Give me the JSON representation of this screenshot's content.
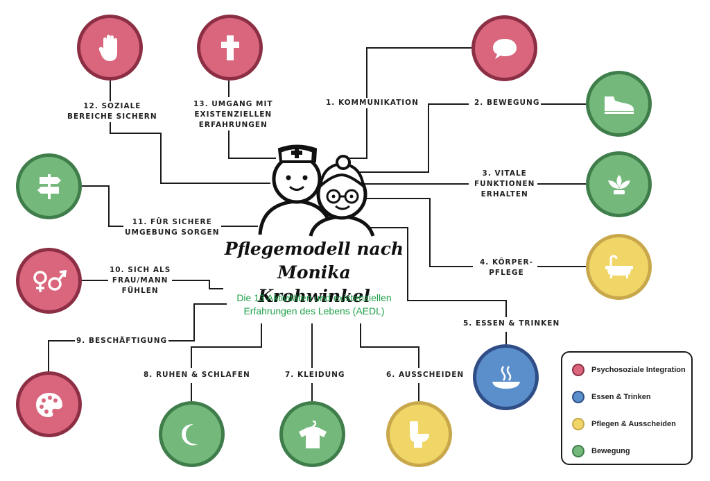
{
  "colors": {
    "psychosocial": {
      "fill": "#d9667c",
      "border": "#8c2f45"
    },
    "food": {
      "fill": "#5b8fcb",
      "border": "#2f4d86"
    },
    "care": {
      "fill": "#f0d567",
      "border": "#c9a74b"
    },
    "movement": {
      "fill": "#74b97b",
      "border": "#3f7d4b"
    },
    "line": "#1a1a1a",
    "subtitle": "#1fa04a"
  },
  "center": {
    "title": "Pflegemodell nach\nMonika Krohwinkel",
    "subtitle": "Die 13 Aktivitäten und existenziellen\nErfahrungen des Lebens (AEDL)"
  },
  "activities": [
    {
      "label": "1. KOMMUNIKATION",
      "icon": "speech-bubble-icon",
      "category": "psychosocial"
    },
    {
      "label": "2. BEWEGUNG",
      "icon": "shoe-icon",
      "category": "movement"
    },
    {
      "label": "3. VITALE\nFUNKTIONEN\nERHALTEN",
      "icon": "lotus-icon",
      "category": "movement"
    },
    {
      "label": "4. KÖRPER-\nPFLEGE",
      "icon": "bathtub-icon",
      "category": "care"
    },
    {
      "label": "5. ESSEN & TRINKEN",
      "icon": "soup-bowl-icon",
      "category": "food"
    },
    {
      "label": "6. AUSSCHEIDEN",
      "icon": "toilet-icon",
      "category": "care"
    },
    {
      "label": "7. KLEIDUNG",
      "icon": "shirt-on-hanger-icon",
      "category": "movement"
    },
    {
      "label": "8. RUHEN & SCHLAFEN",
      "icon": "moon-icon",
      "category": "movement"
    },
    {
      "label": "9. BESCHÄFTIGUNG",
      "icon": "palette-icon",
      "category": "psychosocial"
    },
    {
      "label": "10. SICH ALS\nFRAU/MANN\nFÜHLEN",
      "icon": "gender-symbols-icon",
      "category": "psychosocial"
    },
    {
      "label": "11. FÜR SICHERE\nUMGEBUNG SORGEN",
      "icon": "signpost-icon",
      "category": "movement"
    },
    {
      "label": "12. SOZIALE\nBEREICHE SICHERN",
      "icon": "hand-icon",
      "category": "psychosocial"
    },
    {
      "label": "13. UMGANG MIT\nEXISTENZIELLEN\nERFAHRUNGEN",
      "icon": "cross-icon",
      "category": "psychosocial"
    }
  ],
  "legend": [
    {
      "label": "Psychosoziale Integration",
      "category": "psychosocial"
    },
    {
      "label": "Essen & Trinken",
      "category": "food"
    },
    {
      "label": "Pflegen & Ausscheiden",
      "category": "care"
    },
    {
      "label": "Bewegung",
      "category": "movement"
    }
  ]
}
